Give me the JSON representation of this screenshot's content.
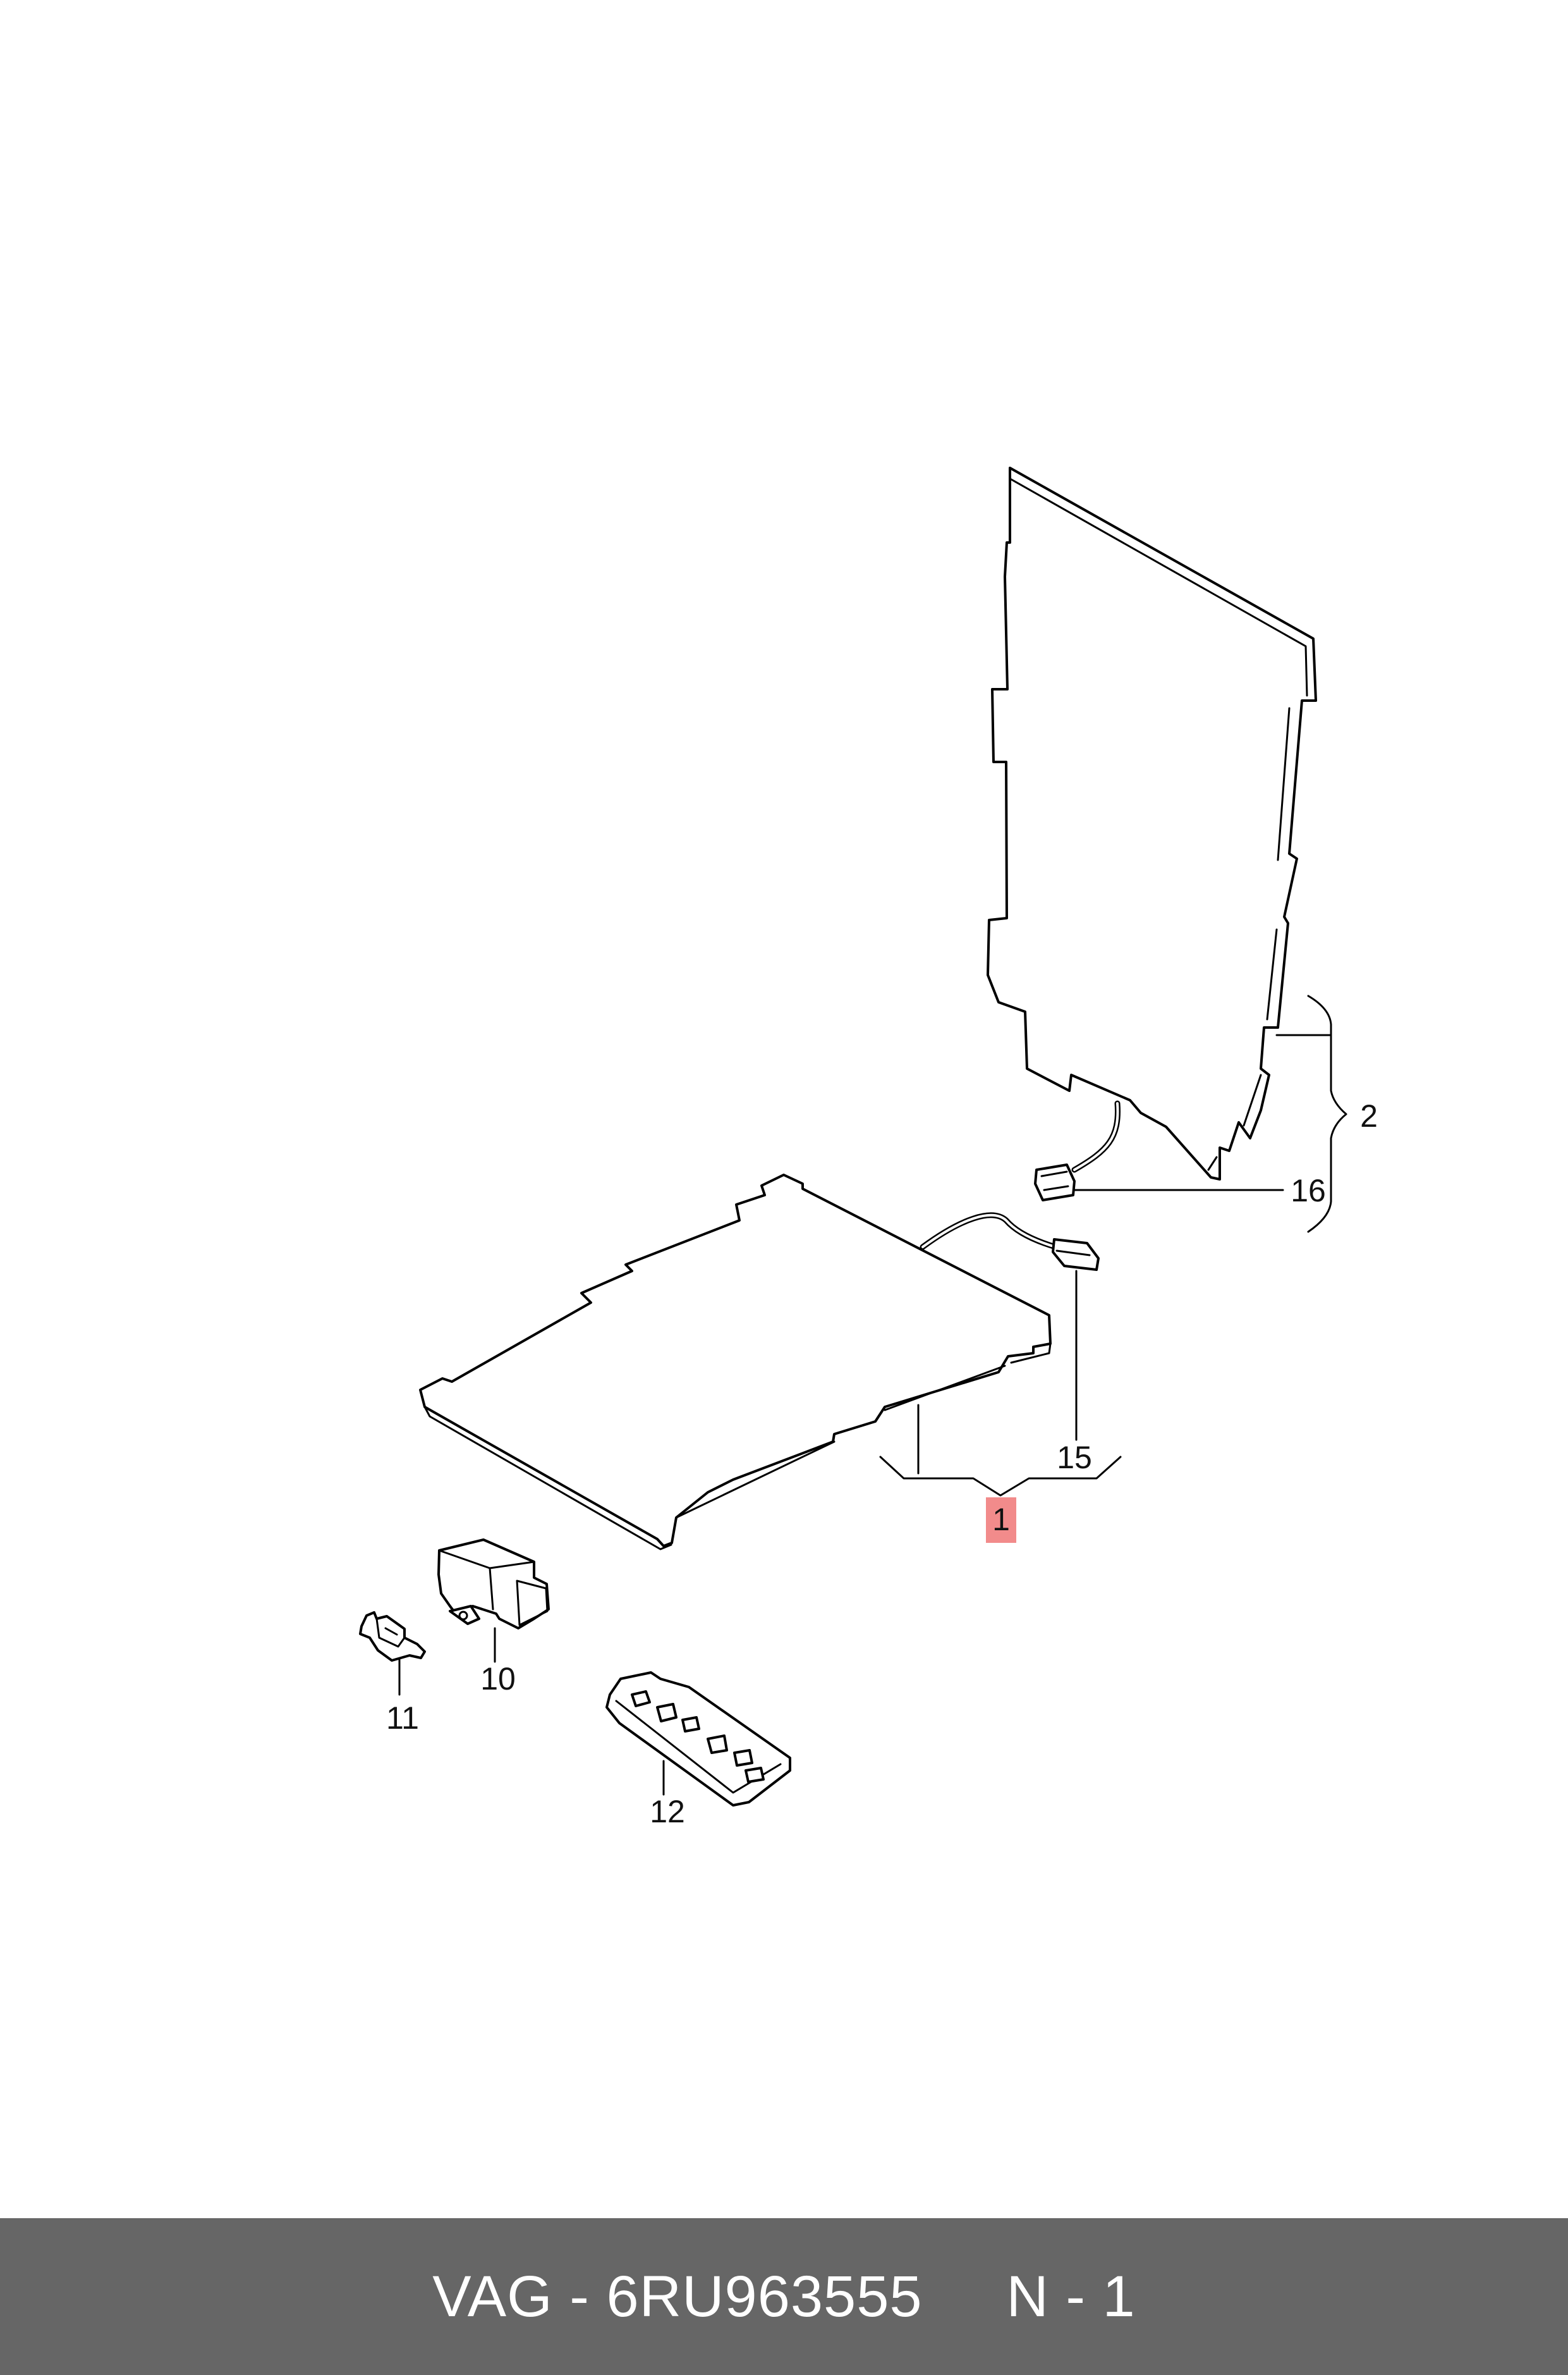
{
  "footer": {
    "brand": "VAG",
    "separator": " - ",
    "part_number": "6RU963555",
    "gap": "     ",
    "note": "N - 1"
  },
  "callouts": {
    "c1": "1",
    "c2": "2",
    "c10": "10",
    "c11": "11",
    "c12": "12",
    "c15": "15",
    "c16": "16"
  },
  "colors": {
    "highlight": "#f28b8b",
    "footer_bg": "#666666",
    "footer_text": "#ffffff"
  }
}
